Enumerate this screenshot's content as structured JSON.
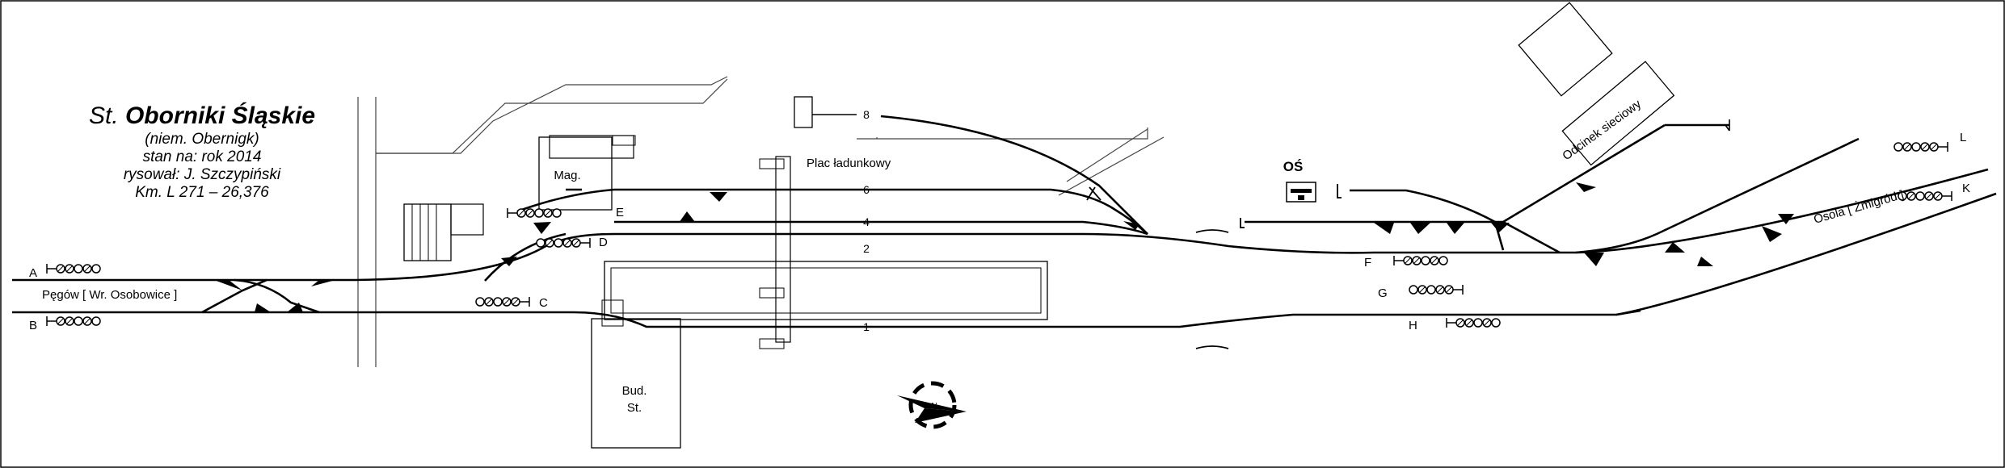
{
  "title": {
    "prefix": "St.",
    "name": "Oborniki Śląskie",
    "lines": [
      "(niem. Obernigk)",
      "stan na: rok 2014",
      "rysował: J. Szczypiński",
      "Km. L 271 – 26,376"
    ]
  },
  "directions": {
    "left": "Pęgów [ Wr. Osobowice ]",
    "right": "Osola [ Żmigród ]"
  },
  "buildings": {
    "magazine": "Mag.",
    "station": [
      "Bud.",
      "St."
    ],
    "os": "OŚ",
    "loading": "Plac ładunkowy",
    "network": "Odcinek sieciowy"
  },
  "tracks": [
    "8",
    "6",
    "4",
    "2",
    "1"
  ],
  "signals": [
    "A",
    "B",
    "C",
    "D",
    "E",
    "F",
    "G",
    "H",
    "K",
    "L"
  ],
  "colors": {
    "line": "#000000",
    "thin": "#666666",
    "background": "#ffffff"
  }
}
